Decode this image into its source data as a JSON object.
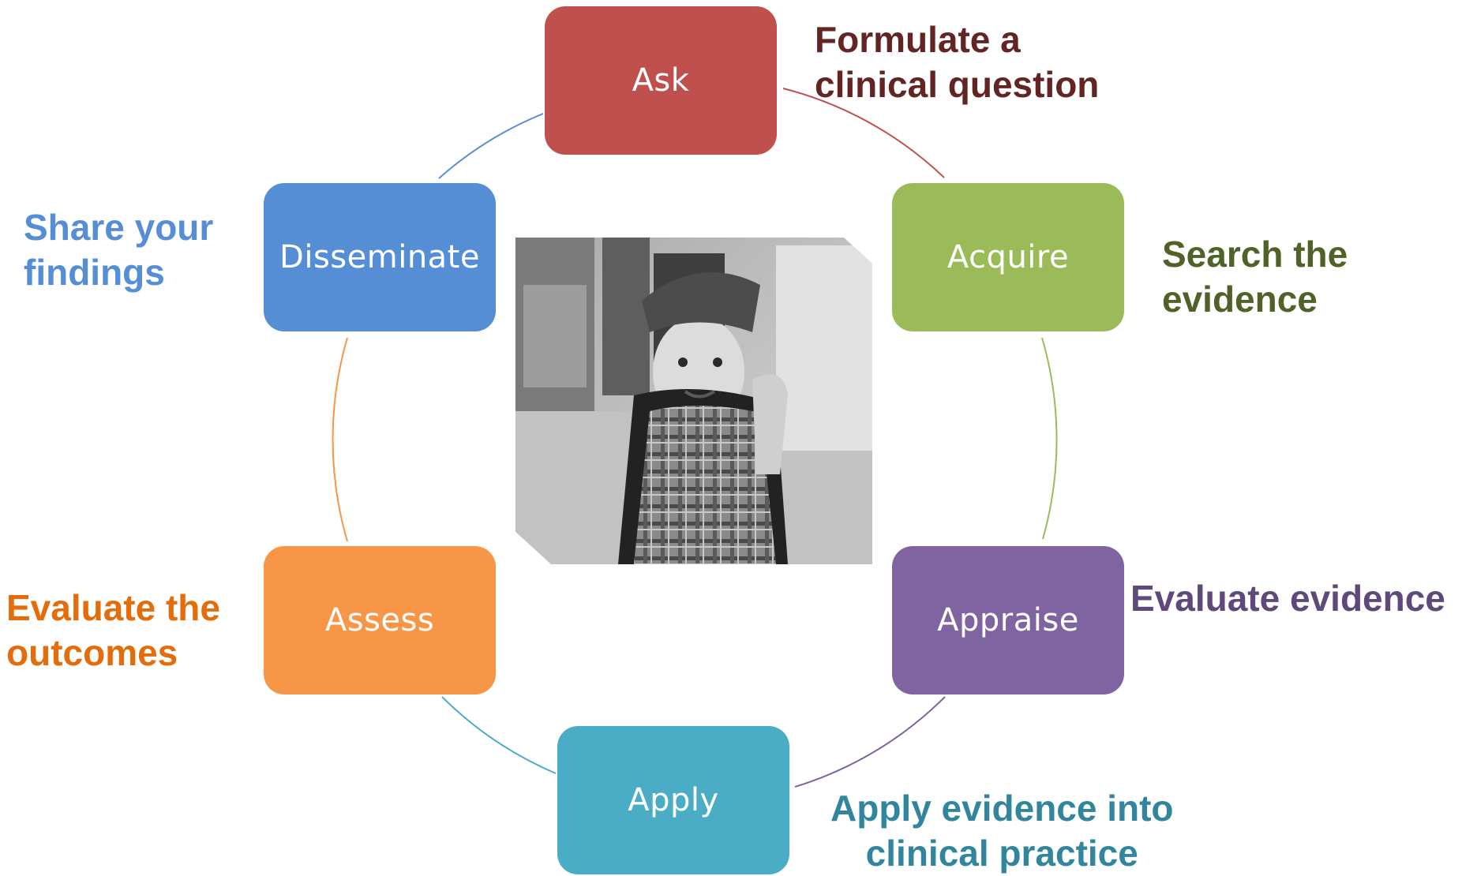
{
  "colors": {
    "ask": "#c0504d",
    "acquire": "#9bbb59",
    "appraise": "#8064a2",
    "apply": "#4bacc6",
    "assess": "#f79646",
    "disseminate": "#558ed5",
    "ask_text": "#632523",
    "acquire_text": "#4f6228",
    "appraise_text": "#5f497a",
    "apply_text": "#31859c",
    "assess_text": "#e46c0a",
    "disseminate_text": "#558ed5"
  },
  "steps": {
    "ask": {
      "label": "Ask",
      "desc": [
        "Formulate a",
        "clinical question"
      ]
    },
    "acquire": {
      "label": "Acquire",
      "desc": [
        "Search the",
        "evidence"
      ]
    },
    "appraise": {
      "label": "Appraise",
      "desc": [
        "Evaluate evidence"
      ]
    },
    "apply": {
      "label": "Apply",
      "desc": [
        "Apply evidence into",
        "clinical practice"
      ]
    },
    "assess": {
      "label": "Assess",
      "desc": [
        "Evaluate the",
        "outcomes"
      ]
    },
    "disseminate": {
      "label": "Disseminate",
      "desc": [
        "Share your",
        "findings"
      ]
    }
  },
  "photo": {
    "subject": "child-in-superhero-costume-photo",
    "style": "black-and-white"
  }
}
